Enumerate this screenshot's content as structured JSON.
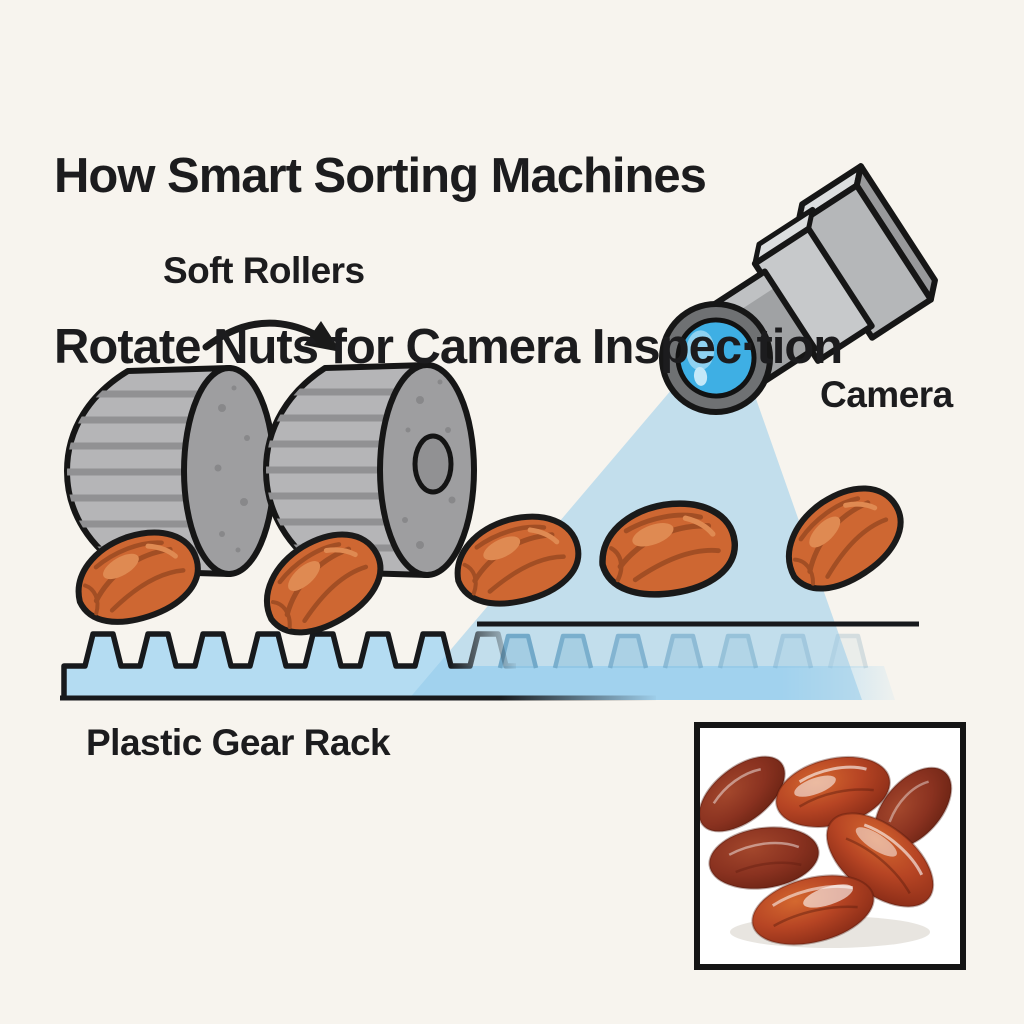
{
  "title": {
    "line1": "How Smart Sorting Machines",
    "line2": "Rotate Nuts for Camera Inspec·tion"
  },
  "labels": {
    "soft_rollers": "Soft Rollers",
    "camera": "Camera",
    "plastic_gear_rack": "Plastic Gear Rack"
  },
  "diagram": {
    "type": "infographic-illustration",
    "background_color": "#f7f4ee",
    "text_color": "#1c1c1e",
    "rollers": {
      "count": 2,
      "body_color": "#b5b5b7",
      "stripe_color": "#919193",
      "end_cap_color": "#9e9ea0",
      "speckle_color": "#838385",
      "outline_color": "#161616",
      "rotation_direction": "clockwise"
    },
    "nuts": {
      "count": 5,
      "fill_color": "#ce6732",
      "detail_color": "#a24e24",
      "highlight_color": "#df8a52",
      "outline_color": "#1a1a1a"
    },
    "camera": {
      "body_color": "#c7c9cb",
      "rear_color": "#b5b7b9",
      "top_color": "#dcdedf",
      "barrel_color": "#a0a2a4",
      "ring_color": "#6f7173",
      "lens_color": "#3eafe4",
      "lens_highlight": "#8fd2f1",
      "beam_color": "#8ec7e9"
    },
    "gear_rack": {
      "fill_color": "#b4dcf2",
      "outline_color": "#17191c",
      "outlined_tooth_count": 8,
      "faded_tooth_count": 7,
      "faded_tooth_color": "#4e86a6",
      "inspection_line_color": "#17191c"
    },
    "inset_photo": {
      "subject": "pile of glossy dates",
      "date_count": 6,
      "border_color": "#151515",
      "background_color": "#ffffff"
    }
  }
}
